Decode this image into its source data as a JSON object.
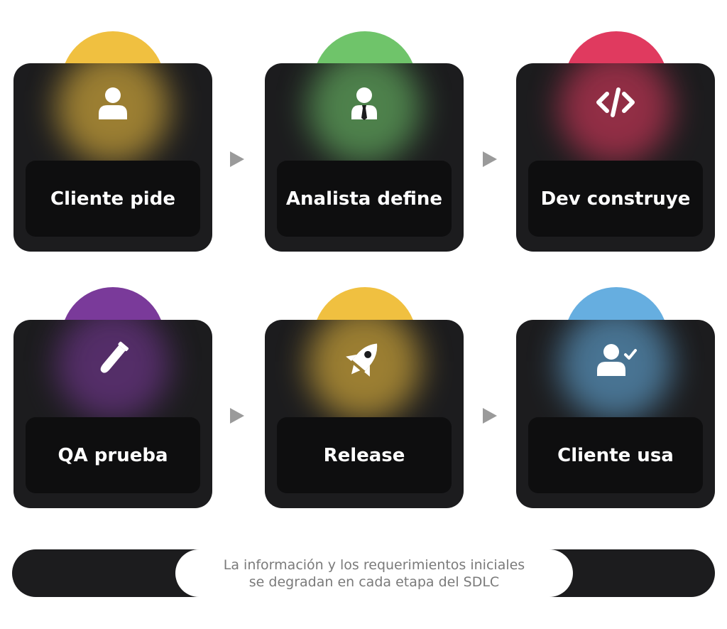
{
  "steps": [
    {
      "label": "Cliente pide",
      "color": "#f0c040",
      "icon": "user-icon"
    },
    {
      "label": "Analista define",
      "color": "#6fc46a",
      "icon": "user-tie-icon"
    },
    {
      "label": "Dev construye",
      "color": "#e03a5f",
      "icon": "code-icon"
    },
    {
      "label": "QA prueba",
      "color": "#7a3a9a",
      "icon": "test-tube-icon"
    },
    {
      "label": "Release",
      "color": "#f0c040",
      "icon": "rocket-icon"
    },
    {
      "label": "Cliente usa",
      "color": "#66aee0",
      "icon": "user-check-icon"
    }
  ],
  "caption": {
    "line1": "La información y los requerimientos iniciales",
    "line2": "se degradan en cada etapa del SDLC"
  }
}
